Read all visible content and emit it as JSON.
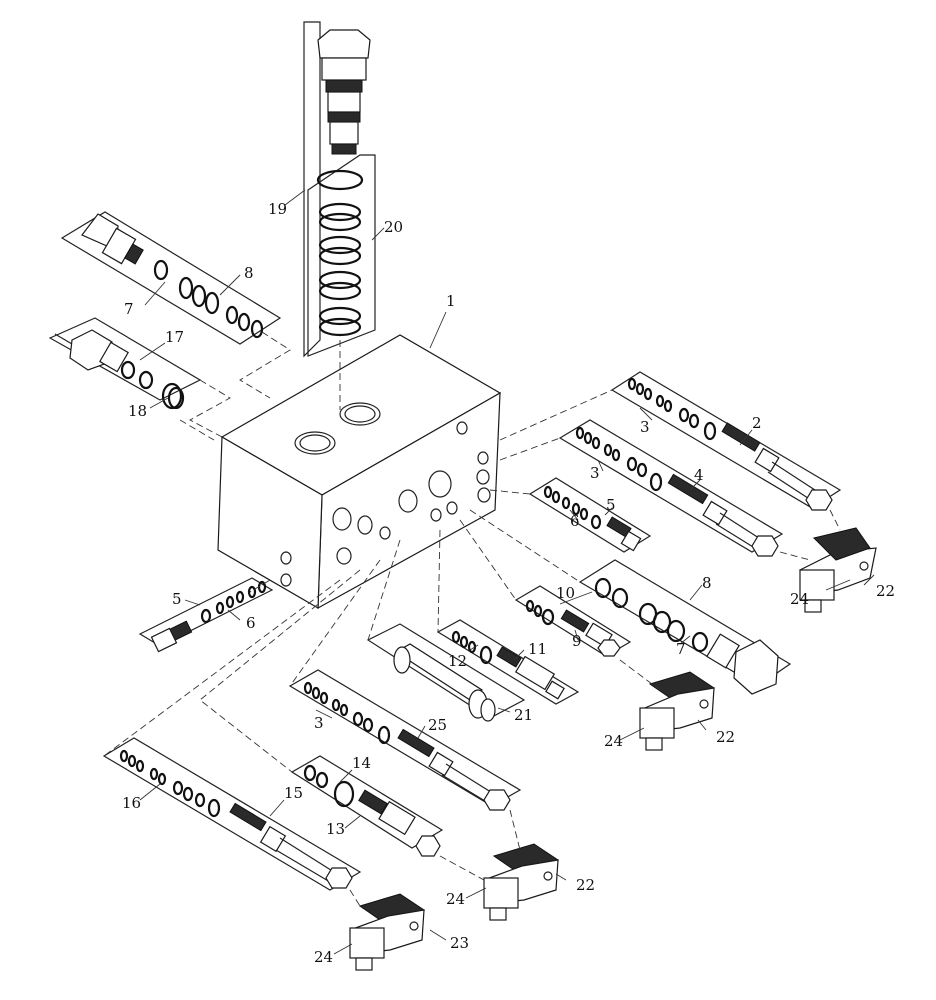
{
  "labels": {
    "l1": "1",
    "l2": "2",
    "l3a": "3",
    "l3b": "3",
    "l3c": "3",
    "l4": "4",
    "l5a": "5",
    "l5b": "5",
    "l6a": "6",
    "l6b": "6",
    "l7a": "7",
    "l7b": "7",
    "l8a": "8",
    "l8b": "8",
    "l9": "9",
    "l10": "10",
    "l11": "11",
    "l12": "12",
    "l13": "13",
    "l14": "14",
    "l15": "15",
    "l16": "16",
    "l17": "17",
    "l18": "18",
    "l19": "19",
    "l20": "20",
    "l21": "21",
    "l22a": "22",
    "l22b": "22",
    "l22c": "22",
    "l23": "23",
    "l24a": "24",
    "l24b": "24",
    "l24c": "24",
    "l24d": "24",
    "l25": "25"
  }
}
